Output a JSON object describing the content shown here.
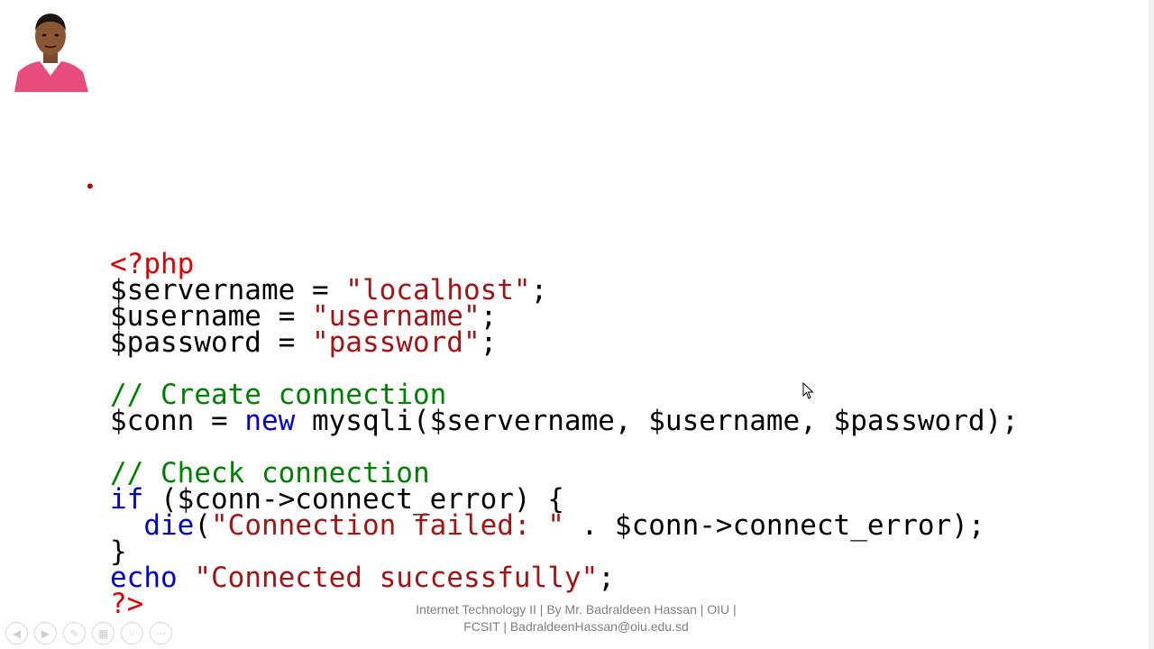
{
  "slide": {
    "code_lines": [
      [
        {
          "t": "<?php",
          "c": "tag"
        }
      ],
      [
        {
          "t": "$servername = ",
          "c": ""
        },
        {
          "t": "\"localhost\"",
          "c": "str"
        },
        {
          "t": ";",
          "c": ""
        }
      ],
      [
        {
          "t": "$username = ",
          "c": ""
        },
        {
          "t": "\"username\"",
          "c": "str"
        },
        {
          "t": ";",
          "c": ""
        }
      ],
      [
        {
          "t": "$password = ",
          "c": ""
        },
        {
          "t": "\"password\"",
          "c": "str"
        },
        {
          "t": ";",
          "c": ""
        }
      ],
      [],
      [
        {
          "t": "// Create connection",
          "c": "cmt"
        }
      ],
      [
        {
          "t": "$conn = ",
          "c": ""
        },
        {
          "t": "new",
          "c": "kw"
        },
        {
          "t": " mysqli($servername, $username, $password);",
          "c": ""
        }
      ],
      [],
      [
        {
          "t": "// Check connection",
          "c": "cmt"
        }
      ],
      [
        {
          "t": "if",
          "c": "kw"
        },
        {
          "t": " ($conn->connect_error) {",
          "c": ""
        }
      ],
      [
        {
          "t": "  ",
          "c": ""
        },
        {
          "t": "die",
          "c": "kw"
        },
        {
          "t": "(",
          "c": ""
        },
        {
          "t": "\"Connection failed: \"",
          "c": "str"
        },
        {
          "t": " . $conn->connect_error);",
          "c": ""
        }
      ],
      [
        {
          "t": "}",
          "c": ""
        }
      ],
      [
        {
          "t": "echo",
          "c": "kw"
        },
        {
          "t": " ",
          "c": ""
        },
        {
          "t": "\"Connected successfully\"",
          "c": "str"
        },
        {
          "t": ";",
          "c": ""
        }
      ],
      [
        {
          "t": "?>",
          "c": "tag"
        }
      ]
    ],
    "footer_line1": "Internet Technology II | By Mr. Badraldeen Hassan | OIU |",
    "footer_line2": "FCSIT | BadraldeenHassan@oiu.edu.sd"
  },
  "controls": [
    {
      "name": "previous-slide-icon",
      "glyph": "◀"
    },
    {
      "name": "next-slide-icon",
      "glyph": "▶"
    },
    {
      "name": "pen-icon",
      "glyph": "✎"
    },
    {
      "name": "slides-grid-icon",
      "glyph": "▦"
    },
    {
      "name": "zoom-icon",
      "glyph": "⌕"
    },
    {
      "name": "more-options-icon",
      "glyph": "⋯"
    }
  ],
  "colors": {
    "keyword": "#0000cc",
    "string": "#a31515",
    "php_tag": "#e00000",
    "comment": "#008000",
    "footer": "#7f7f7f"
  }
}
